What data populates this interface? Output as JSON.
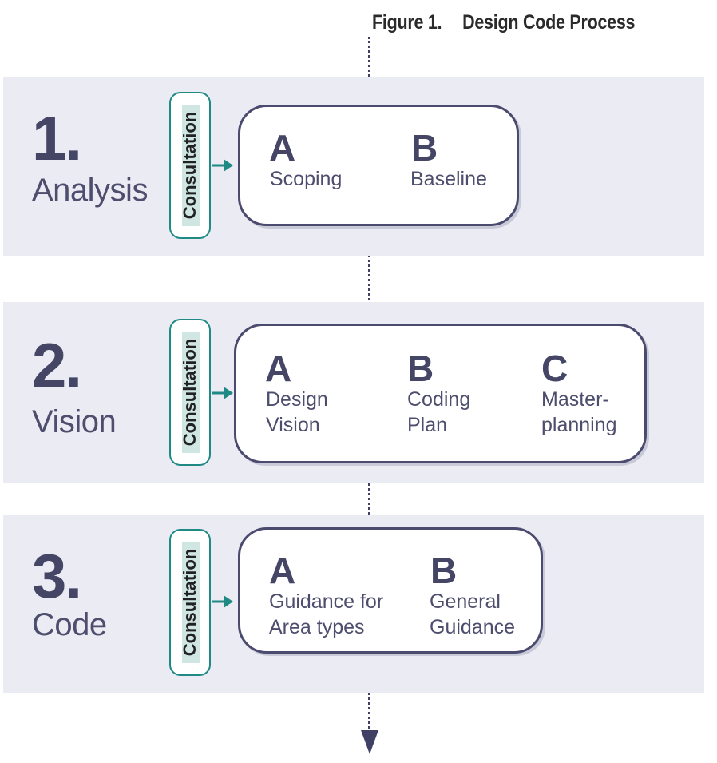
{
  "figure": {
    "number": "Figure 1.",
    "title": "Design Code Process"
  },
  "consultation_label": "Consultation",
  "steps": [
    {
      "number": "1.",
      "name": "Analysis",
      "items": [
        {
          "letter": "A",
          "label": "Scoping"
        },
        {
          "letter": "B",
          "label": "Baseline"
        }
      ]
    },
    {
      "number": "2.",
      "name": "Vision",
      "items": [
        {
          "letter": "A",
          "line1": "Design",
          "line2": "Vision"
        },
        {
          "letter": "B",
          "line1": "Coding",
          "line2": "Plan"
        },
        {
          "letter": "C",
          "line1": "Master-",
          "line2": "planning"
        }
      ]
    },
    {
      "number": "3.",
      "name": "Code",
      "items": [
        {
          "letter": "A",
          "line1": "Guidance for",
          "line2": "Area types"
        },
        {
          "letter": "B",
          "line1": "General",
          "line2": "Guidance"
        }
      ]
    }
  ],
  "colors": {
    "band": "#ebebf3",
    "primary": "#454566",
    "teal": "#1f8a84",
    "teal_fill": "#cfe6e3"
  }
}
